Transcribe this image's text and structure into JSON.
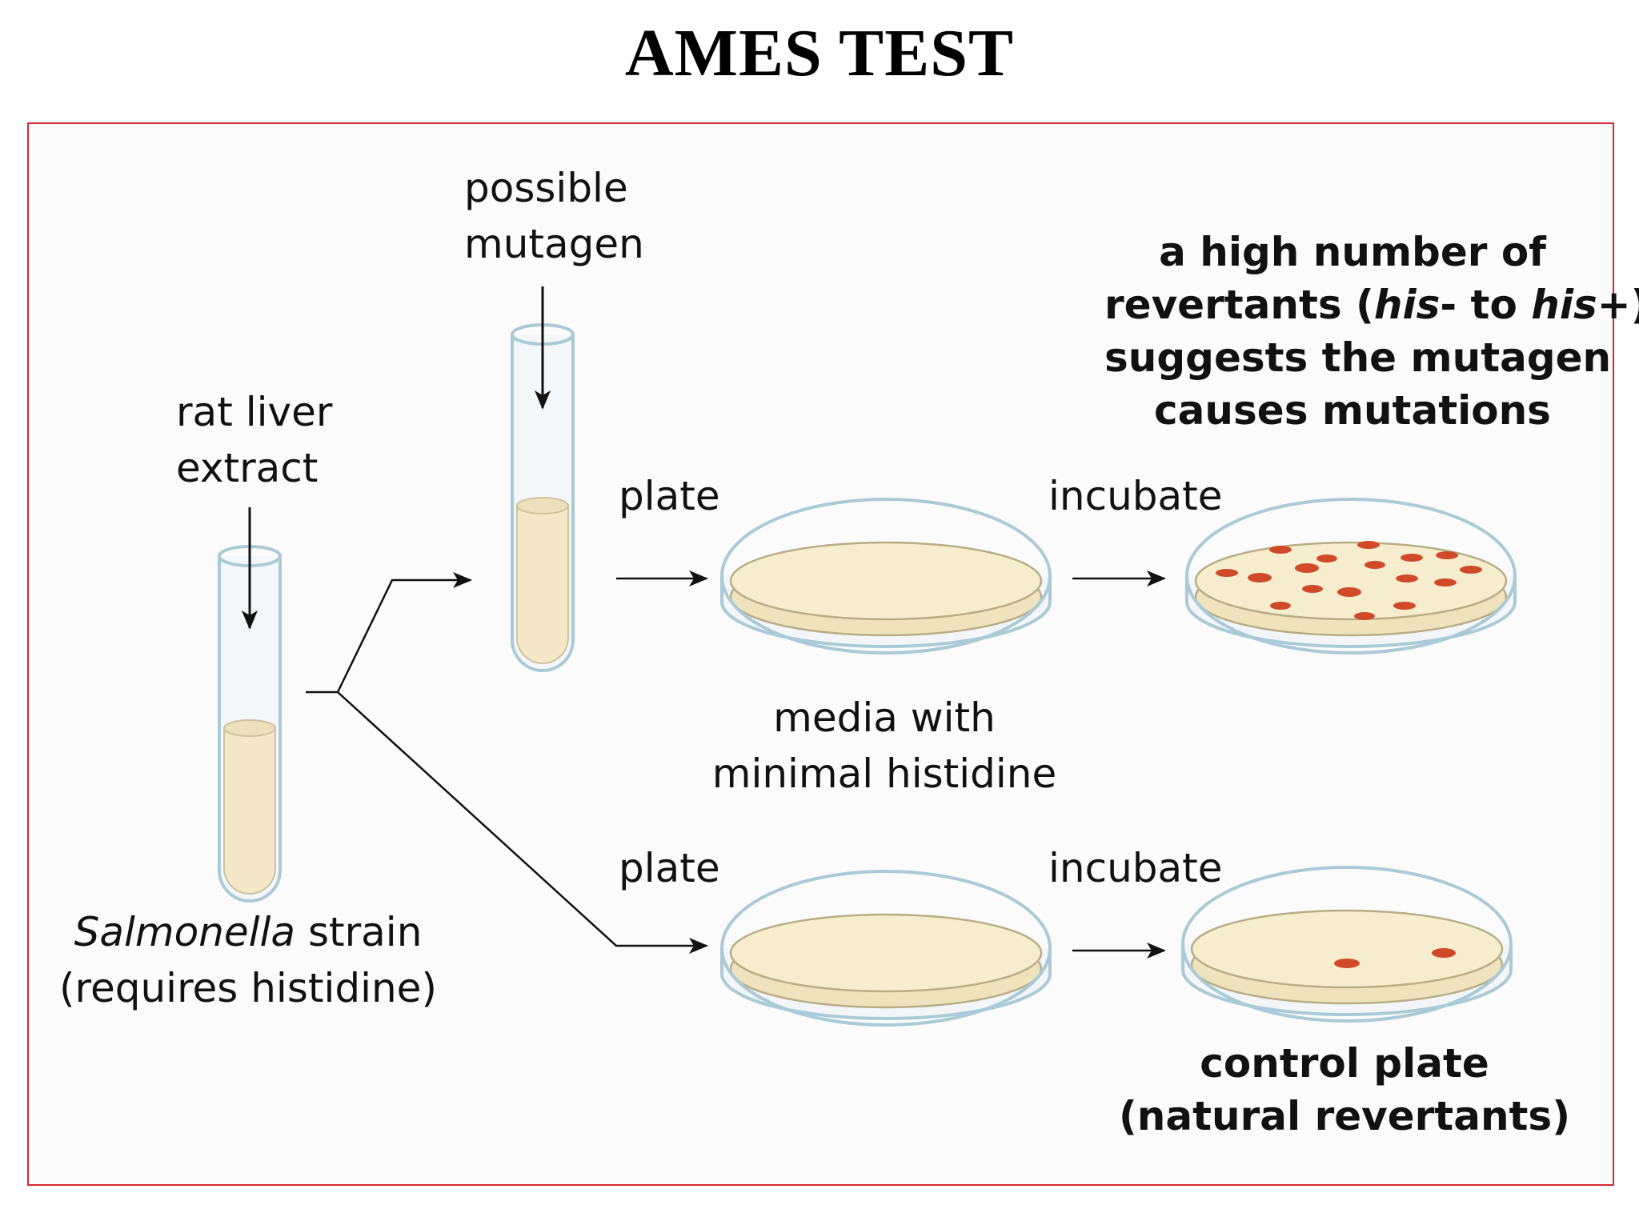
{
  "title": "AMES TEST",
  "labels": {
    "rat_liver_extract": [
      "rat liver",
      "extract"
    ],
    "possible_mutagen": [
      "possible",
      "mutagen"
    ],
    "salmonella": {
      "italic": "Salmonella",
      "rest": " strain",
      "line2": "(requires histidine)"
    },
    "plate_top": "plate",
    "plate_bottom": "plate",
    "incubate_top": "incubate",
    "incubate_bottom": "incubate",
    "media": [
      "media with",
      "minimal histidine"
    ],
    "high_number": {
      "line1": "a high number of",
      "line2_a": "revertants (",
      "line2_b": "his",
      "line2_c": "- to ",
      "line2_d": "his",
      "line2_e": "+)",
      "line3": "suggests the mutagen",
      "line4": "causes mutations"
    },
    "control": [
      "control plate",
      "(natural revertants)"
    ]
  },
  "colors": {
    "frame_border": "#d9282f",
    "tube_outline": "#a9cad6",
    "medium": "#f6eccb",
    "colony": "#d04a2a",
    "arrow": "#111111"
  }
}
